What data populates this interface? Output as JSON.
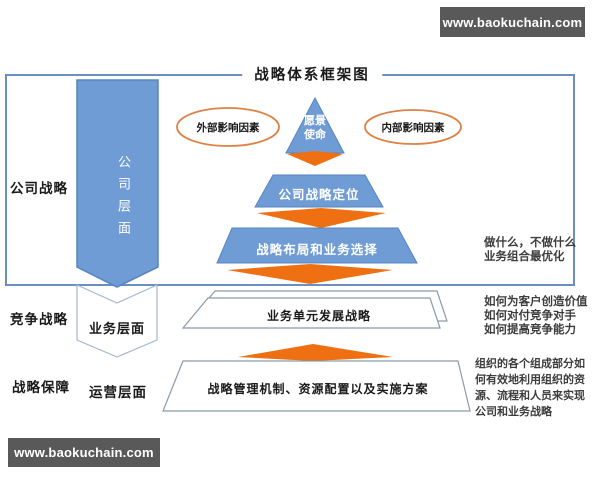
{
  "watermark": {
    "top": "www.baokuchain.com",
    "bottom": "www.baokuchain.com"
  },
  "diagram": {
    "title": "战略体系框架图",
    "left_labels": {
      "corporate": "公司战略",
      "competitive": "竞争战略",
      "safeguard": "战略保障"
    },
    "levels": {
      "company": "公司层面",
      "business": "业务层面",
      "operations": "运营层面"
    },
    "pyramid": {
      "vision": "愿景\n使命",
      "external_factor": "外部影响因素",
      "internal_factor": "内部影响因素",
      "positioning": "公司战略定位",
      "layout": "战略布局和业务选择",
      "business_unit": "业务单元发展战略",
      "management": "战略管理机制、资源配置以及实施方案"
    },
    "annotations": {
      "corporate": "做什么，不做什么\n业务组合最优化",
      "competitive": "如何为客户创造价值\n如何对付竞争对手\n如何提高竞争能力",
      "operations": "组织的各个组成部分如\n何有效地利用组织的资\n源、流程和人员来实现\n公司和业务战略"
    },
    "colors": {
      "blue": "#6f9cd4",
      "blue_dark": "#5585c0",
      "orange": "#ee7012",
      "ellipse_stroke": "#dd8144",
      "frame": "#6b8fc0",
      "outline_gray": "#8a9aa8",
      "chevron_outline": "#a3b8cc",
      "bar_bg": "#595959"
    }
  }
}
